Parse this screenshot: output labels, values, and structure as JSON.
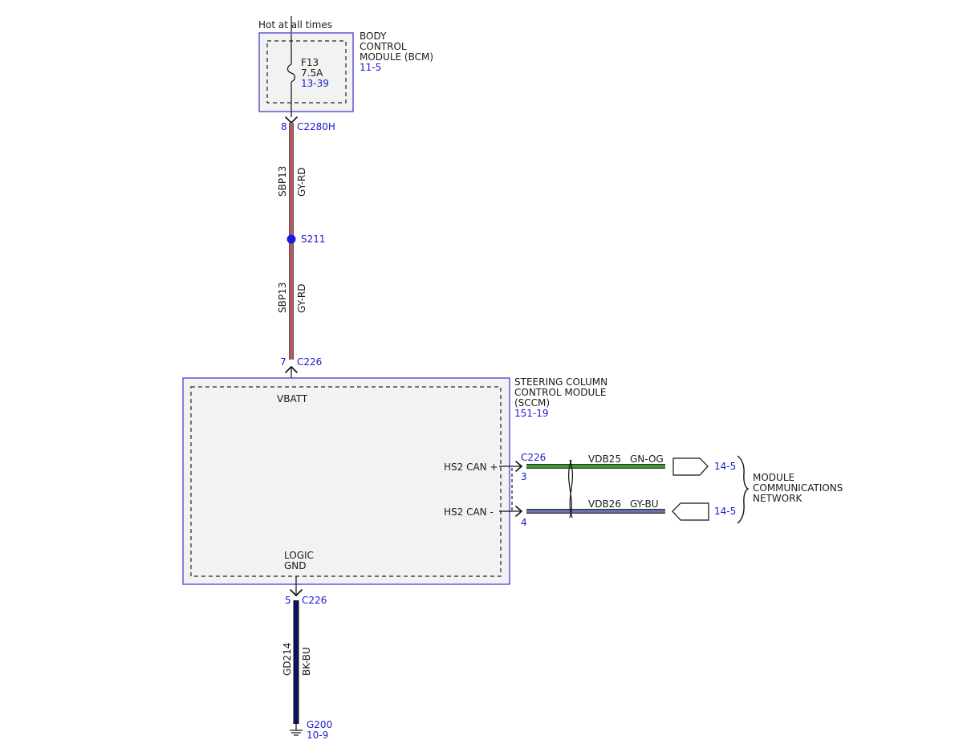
{
  "power": {
    "hot_label": "Hot at all times",
    "bcm": {
      "name_lines": [
        "BODY",
        "CONTROL",
        "MODULE (BCM)"
      ],
      "ref": "11-5",
      "fuse": {
        "name": "F13",
        "rating": "7.5A",
        "ref": "13-39"
      }
    }
  },
  "wires": {
    "sbp13_upper": {
      "circuit": "SBP13",
      "color": "GY-RD"
    },
    "sbp13_lower": {
      "circuit": "SBP13",
      "color": "GY-RD"
    },
    "gd214": {
      "circuit": "GD214",
      "color": "BK-BU"
    },
    "vdb25": {
      "circuit": "VDB25",
      "color": "GN-OG"
    },
    "vdb26": {
      "circuit": "VDB26",
      "color": "GY-BU"
    }
  },
  "connectors": {
    "c2280h": {
      "pin": "8",
      "name": "C2280H"
    },
    "c226_vbatt": {
      "pin": "7",
      "name": "C226"
    },
    "c226_gnd": {
      "pin": "5",
      "name": "C226"
    },
    "c226_can": {
      "name": "C226",
      "pin_plus": "3",
      "pin_minus": "4"
    }
  },
  "splice": {
    "name": "S211"
  },
  "ground": {
    "name": "G200",
    "ref": "10-9"
  },
  "sccm": {
    "name_lines": [
      "STEERING COLUMN",
      "CONTROL MODULE",
      "(SCCM)"
    ],
    "ref": "151-19",
    "pins": {
      "vbatt": "VBATT",
      "logic": "LOGIC",
      "gnd": "GND",
      "hs2_can_plus": "HS2 CAN +",
      "hs2_can_minus": "HS2 CAN -"
    }
  },
  "network": {
    "ref_plus": "14-5",
    "ref_minus": "14-5",
    "label_lines": [
      "MODULE",
      "COMMUNICATIONS",
      "NETWORK"
    ]
  },
  "colors": {
    "gy_rd_wire": "#c85a5a",
    "gn_og_wire": "#3aa12a",
    "gy_bu_wire": "#6a73b0",
    "bk_bu_wire": "#10106a",
    "splice_dot": "#1a1ae6",
    "module_border": "#3333cc",
    "ref_text": "#1a1acc"
  }
}
